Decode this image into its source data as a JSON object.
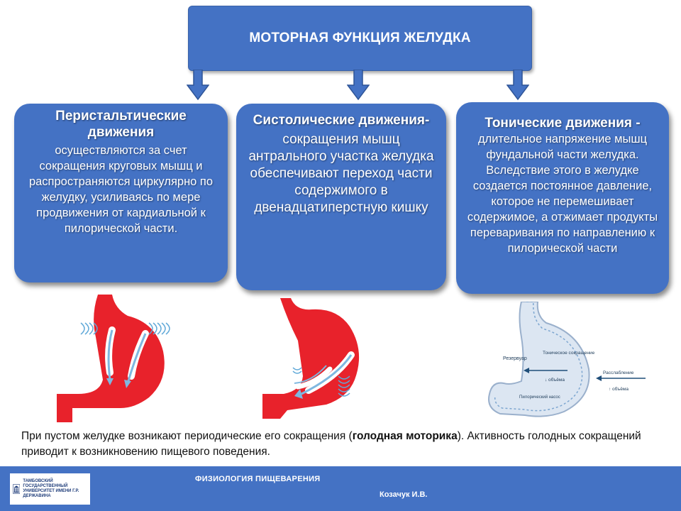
{
  "title": "МОТОРНАЯ ФУНКЦИЯ ЖЕЛУДКА",
  "cards": [
    {
      "heading": "Перистальтические движения",
      "body": "осуществляются за счет сокращения круговых мышц и распространяются циркулярно по желудку, усиливаясь по мере продвижения от кардиальной к пилорической части."
    },
    {
      "heading": "Систолические движения-",
      "body": "сокращения мышц антрального участка желудка обеспечивают переход части содержимого в двенадцатиперстную кишку"
    },
    {
      "heading": "Тонические движения -",
      "body": "длительное напряжение мышц фундальной части желудка. Вследствие этого в желудке создается постоянное давление, которое не перемешивает содержимое, а отжимает продукты переваривания по направлению  к пилорической части"
    }
  ],
  "diagram": {
    "reservoir": "Резервуар",
    "tonic_contraction": "Тоническое сокращение",
    "volume_down": "↓ объёма",
    "relaxation": "Расслабление",
    "volume_up": "↑ объёма",
    "pyloric_pump": "Пилорический насос"
  },
  "note": {
    "before": "При пустом желудке возникают периодические его сокращения (",
    "bold": "голодная моторика",
    "after": "). Активность голодных сокращений приводит к возникновению пищевого поведения."
  },
  "footer": {
    "subject": "ФИЗИОЛОГИЯ  ПИЩЕВАРЕНИЯ",
    "author": "Козачук И.В.",
    "logo_text": "ТАМБОВСКИЙ ГОСУДАРСТВЕННЫЙ УНИВЕРСИТЕТ ИМЕНИ Г.Р. ДЕРЖАВИНА"
  },
  "colors": {
    "accent": "#4472c4",
    "stomach": "#e8222b",
    "wave": "#5fa8d8",
    "diagram_fill": "#dce6f2"
  }
}
